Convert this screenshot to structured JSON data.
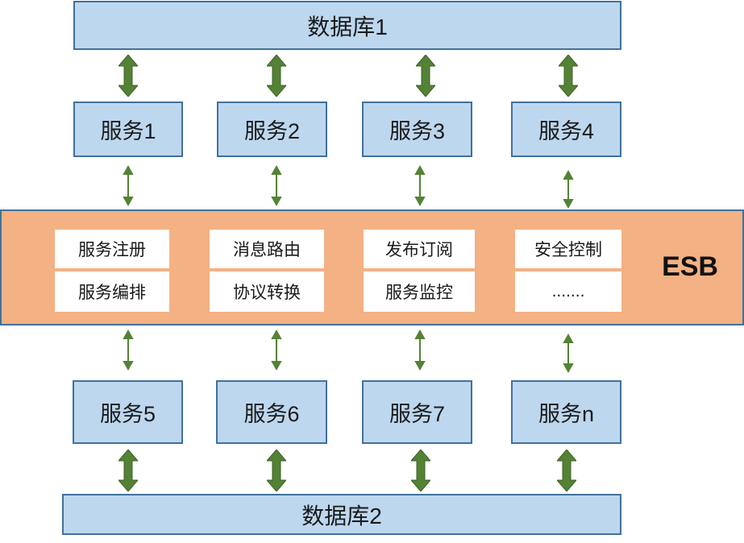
{
  "database_top": "数据库1",
  "database_bottom": "数据库2",
  "services_top": [
    "服务1",
    "服务2",
    "服务3",
    "服务4"
  ],
  "services_bottom": [
    "服务5",
    "服务6",
    "服务7",
    "服务n"
  ],
  "esb": {
    "label": "ESB",
    "columns": [
      [
        "服务注册",
        "服务编排"
      ],
      [
        "消息路由",
        "协议转换"
      ],
      [
        "发布订阅",
        "服务监控"
      ],
      [
        "安全控制",
        "......."
      ]
    ]
  },
  "colors": {
    "box_fill": "#bdd7ee",
    "box_border": "#41719c",
    "esb_fill": "#f4b183",
    "arrow_green": "#548235"
  }
}
